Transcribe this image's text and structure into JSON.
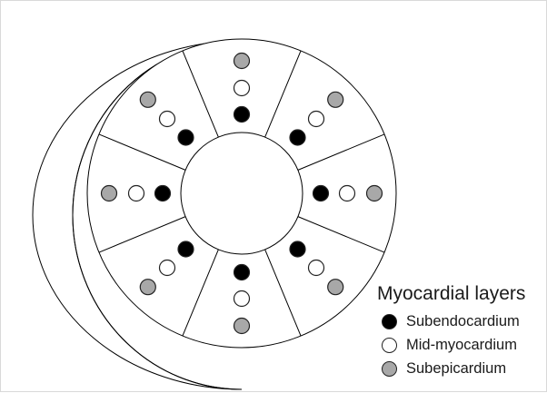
{
  "legend": {
    "title": "Myocardial layers",
    "items": [
      {
        "key": "subendocardium",
        "label": "Subendocardium",
        "color": "#000000"
      },
      {
        "key": "mid",
        "label": "Mid-myocardium",
        "color": "#ffffff"
      },
      {
        "key": "subepicardium",
        "label": "Subepicardium",
        "color": "#a8a8a8"
      }
    ]
  },
  "diagram": {
    "segment_count": 8,
    "layer_order_outward": [
      "subendocardium",
      "mid",
      "subepicardium"
    ],
    "stroke_color": "#000000",
    "fill_color": "#ffffff"
  }
}
